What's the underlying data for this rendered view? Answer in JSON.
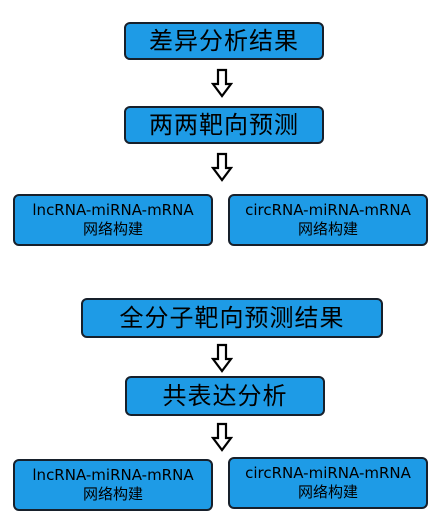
{
  "flow": {
    "top": {
      "step1": "差异分析结果",
      "step2": "两两靶向预测",
      "left_line1": "lncRNA-miRNA-mRNA",
      "left_line2": "网络构建",
      "right_line1": "circRNA-miRNA-mRNA",
      "right_line2": "网络构建"
    },
    "bottom": {
      "step1": "全分子靶向预测结果",
      "step2": "共表达分析",
      "left_line1": "lncRNA-miRNA-mRNA",
      "left_line2": "网络构建",
      "right_line1": "circRNA-miRNA-mRNA",
      "right_line2": "网络构建"
    }
  },
  "colors": {
    "box_fill": "#1e9be6",
    "box_border": "#17202b",
    "arrow": "#000000"
  }
}
